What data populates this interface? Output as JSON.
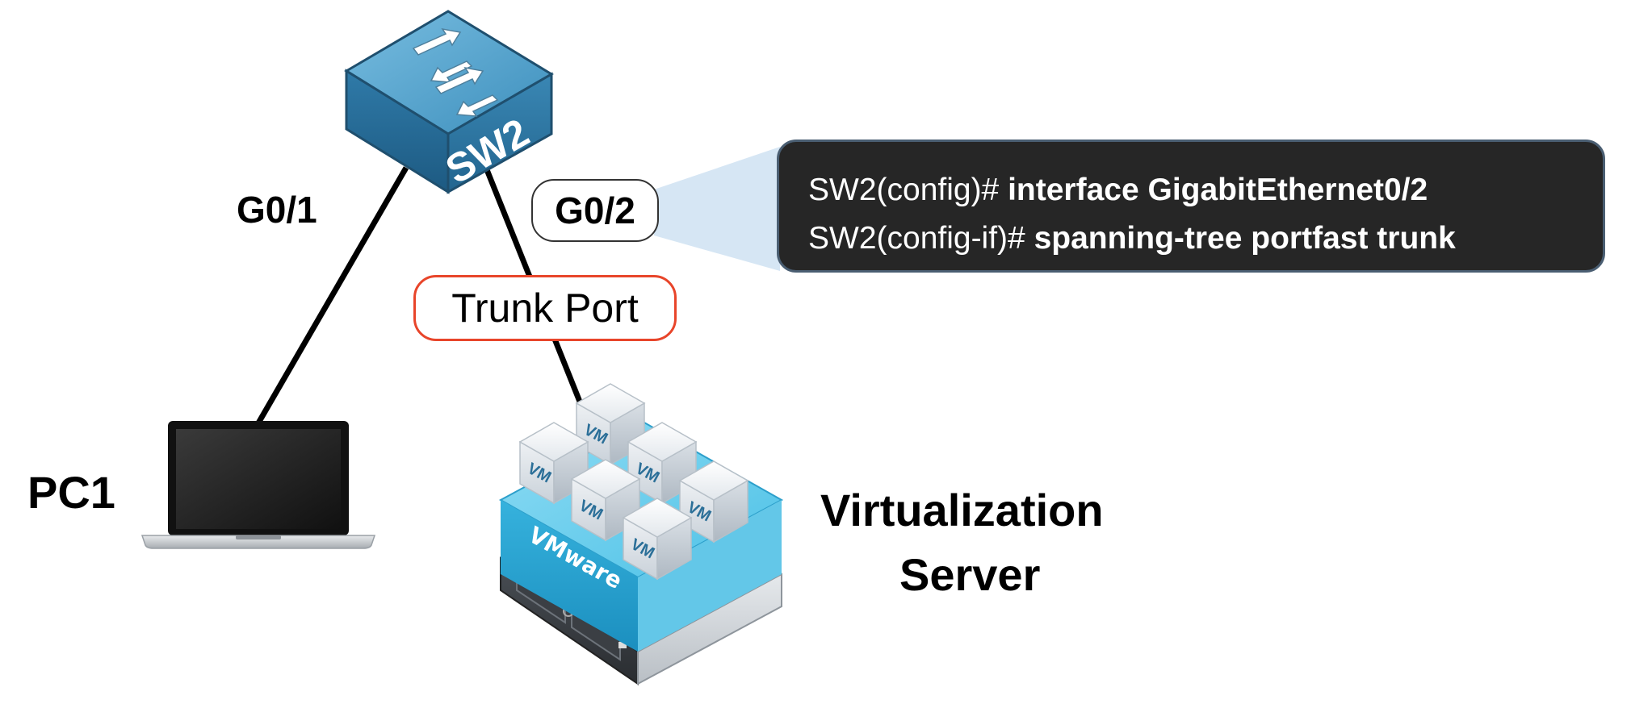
{
  "switch": {
    "name": "SW2"
  },
  "ports": {
    "left": "G0/1",
    "right": "G0/2"
  },
  "link_label": "Trunk Port",
  "pc": {
    "name": "PC1"
  },
  "server": {
    "line1": "Virtualization",
    "line2": "Server",
    "brand": "VMware",
    "vm_label": "VM"
  },
  "console": {
    "lines": [
      {
        "prompt": "SW2(config)# ",
        "command": "interface GigabitEthernet0/2"
      },
      {
        "prompt": "SW2(config-if)# ",
        "command": "spanning-tree portfast trunk"
      }
    ]
  },
  "colors": {
    "switch_top": "#5fa8cf",
    "switch_front": "#2b6f98",
    "callout": "#d6e6f4",
    "trunk_border": "#e8452a",
    "console_bg": "#262626",
    "vm_blue": "#3bb4de"
  }
}
